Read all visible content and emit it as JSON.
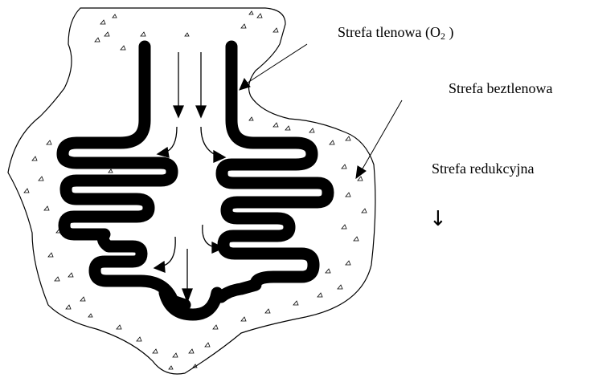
{
  "labels": {
    "aerobic_prefix": "Strefa tlenowa (O",
    "aerobic_subscript": "2",
    "aerobic_suffix": " )",
    "anaerobic": "Strefa beztlenowa",
    "reduction": "Strefa redukcyjna"
  },
  "icons": {
    "down_arrow": "↓"
  },
  "colors": {
    "ink": "#000000",
    "background": "#ffffff"
  }
}
